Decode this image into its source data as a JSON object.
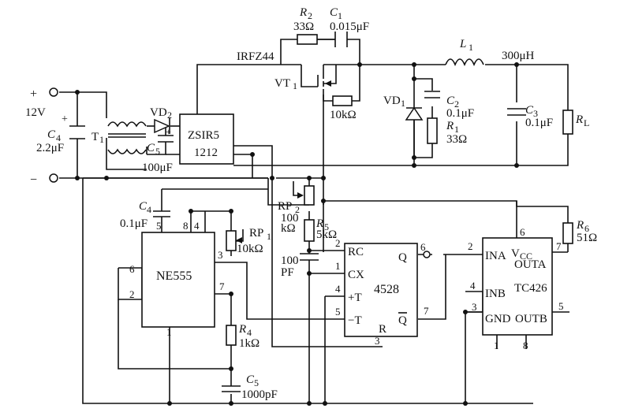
{
  "supply": {
    "plus": "+",
    "minus": "−",
    "voltage": "12V",
    "c4_sym": "C",
    "c4_sub": "4",
    "c4_val": "2.2μF",
    "c4_plus": "+"
  },
  "transformer": {
    "sym": "T",
    "sub": "1"
  },
  "vd2": {
    "sym": "VD",
    "sub": "2"
  },
  "c5_top": {
    "sym": "C",
    "sub": "5",
    "val": "100μF",
    "plus": "+"
  },
  "zsir": {
    "line1": "ZSIR5",
    "line2": "1212"
  },
  "mosfet": {
    "part": "IRFZ44",
    "sym": "VT",
    "sub": "1"
  },
  "r2": {
    "sym": "R",
    "sub": "2",
    "val": "33Ω"
  },
  "c1": {
    "sym": "C",
    "sub": "1",
    "val": "0.015μF"
  },
  "r_gate": {
    "val": "10kΩ"
  },
  "l1": {
    "sym": "L",
    "sub": "1",
    "val": "300μH"
  },
  "vd1": {
    "sym": "VD",
    "sub": "1"
  },
  "c2": {
    "sym": "C",
    "sub": "2",
    "val": "0.1μF"
  },
  "r1": {
    "sym": "R",
    "sub": "1",
    "val": "33Ω"
  },
  "c3": {
    "sym": "C",
    "sub": "3",
    "val": "0.1μF"
  },
  "rl": {
    "sym": "R",
    "sub": "L"
  },
  "c4_timer": {
    "sym": "C",
    "sub": "4",
    "val": "0.1μF"
  },
  "ne555": {
    "name": "NE555",
    "pins": [
      "5",
      "8",
      "4",
      "3",
      "6",
      "2",
      "7",
      "1"
    ]
  },
  "rp1": {
    "sym": "RP",
    "sub": "1",
    "val": "10kΩ"
  },
  "r4": {
    "sym": "R",
    "sub": "4",
    "val": "1kΩ"
  },
  "c5_timer": {
    "sym": "C",
    "sub": "5",
    "val": "1000pF"
  },
  "rp2": {
    "sym": "RP",
    "sub": "2",
    "val1": "100",
    "val2": "kΩ"
  },
  "r5": {
    "sym": "R",
    "sub": "5",
    "val": "5kΩ"
  },
  "c_100pf": {
    "val1": "100",
    "val2": "PF"
  },
  "ic4528": {
    "name": "4528",
    "rc": "RC",
    "cx": "CX",
    "plus_t": "+T",
    "minus_t": "−T",
    "r": "R",
    "q": "Q",
    "qbar": "Q",
    "pins": [
      "2",
      "1",
      "4",
      "5",
      "3",
      "6",
      "7"
    ]
  },
  "tc426": {
    "name": "TC426",
    "ina": "INA",
    "vcc": "V",
    "vcc_sub": "CC",
    "outa": "OUTA",
    "inb": "INB",
    "gnd": "GND",
    "outb": "OUTB",
    "pins": [
      "2",
      "6",
      "7",
      "4",
      "3",
      "5",
      "1",
      "8"
    ]
  },
  "r6": {
    "sym": "R",
    "sub": "6",
    "val": "51Ω"
  }
}
